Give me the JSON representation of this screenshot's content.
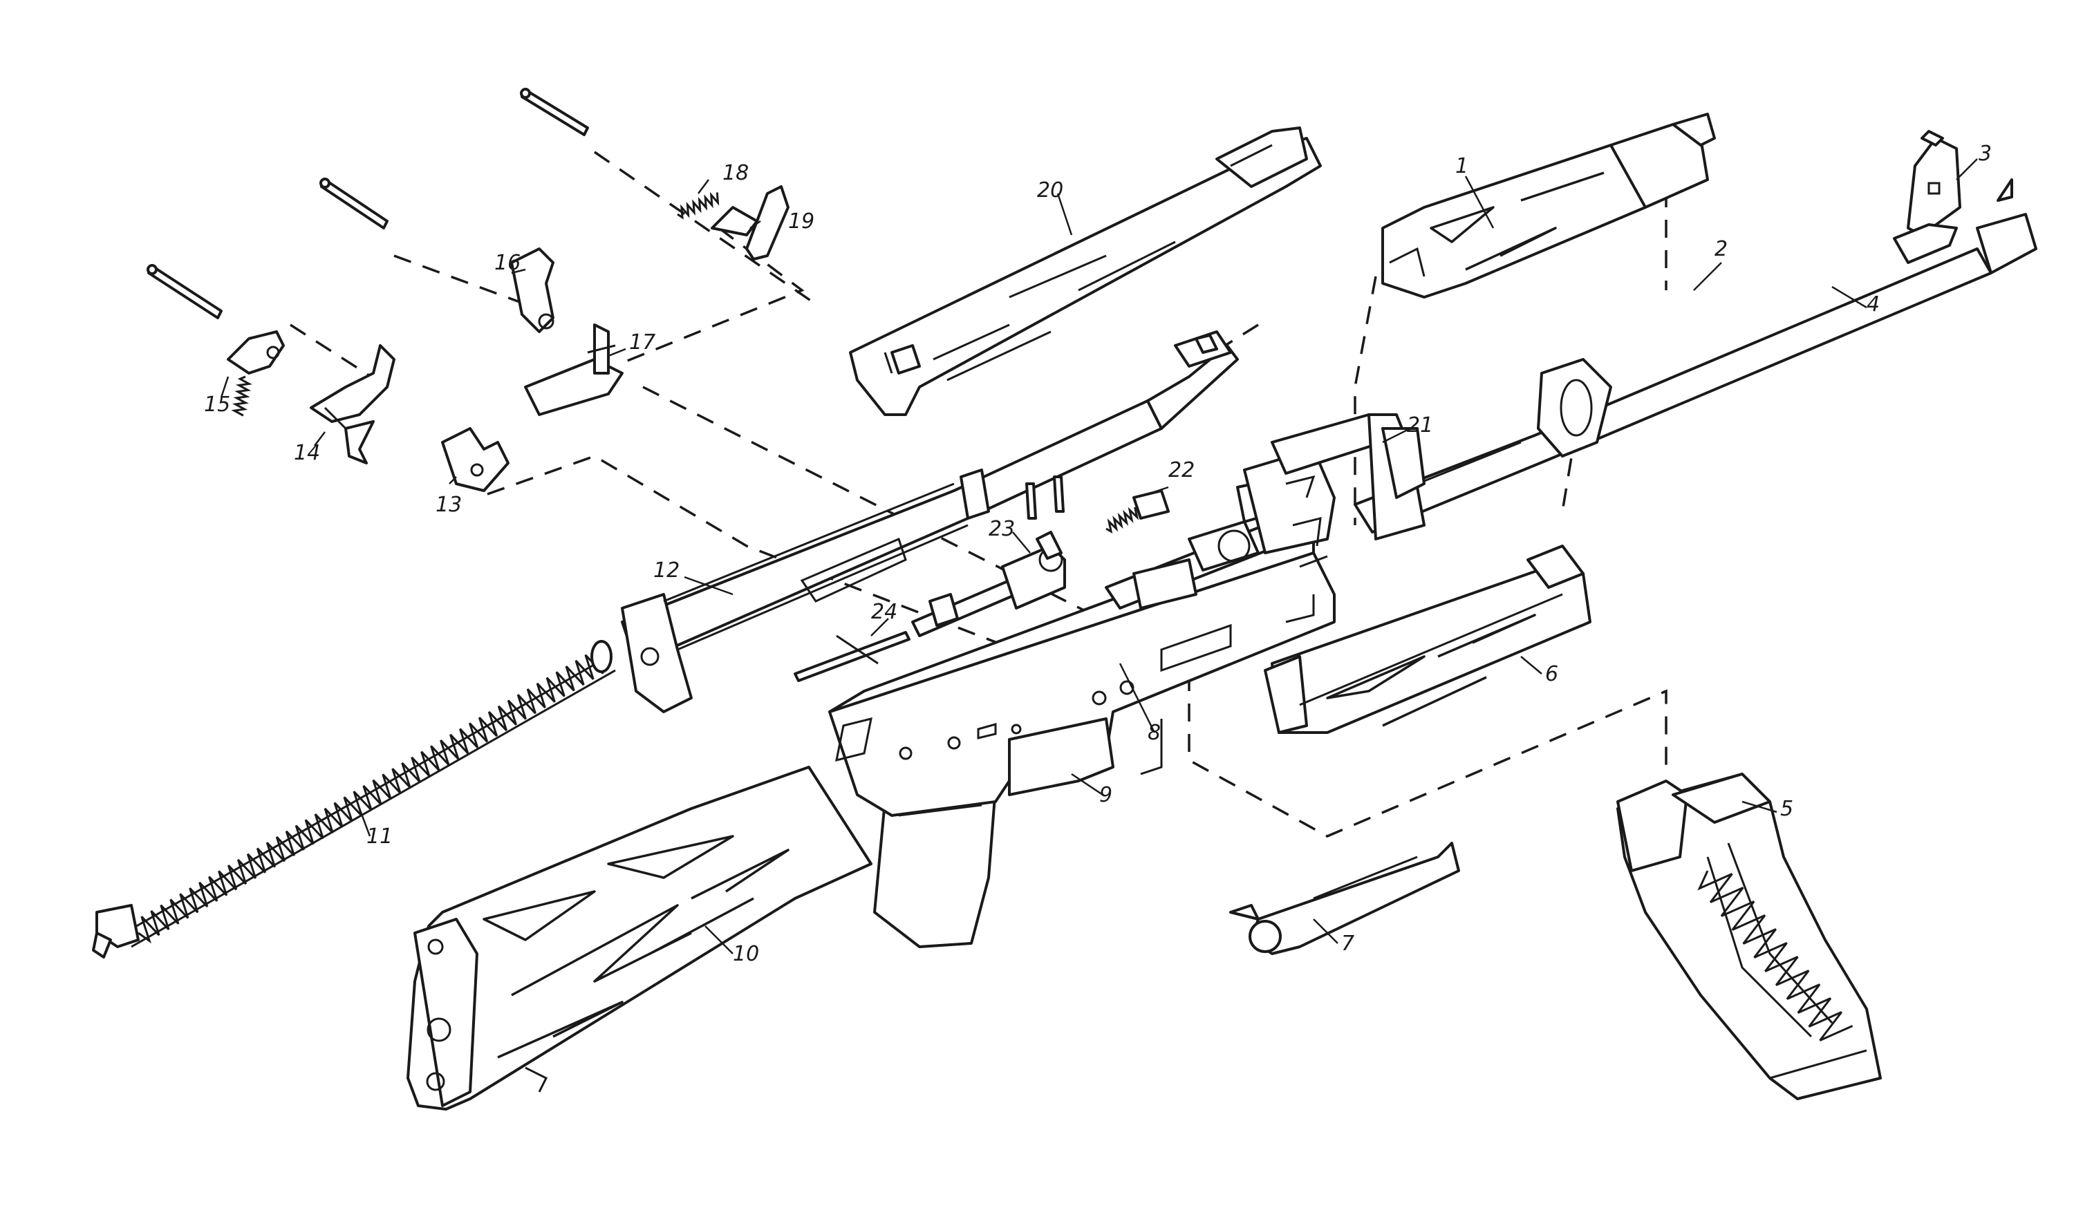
{
  "diagram": {
    "callouts": [
      {
        "id": "1",
        "text": "1"
      },
      {
        "id": "2",
        "text": "2"
      },
      {
        "id": "3",
        "text": "3"
      },
      {
        "id": "4",
        "text": "4"
      },
      {
        "id": "5",
        "text": "5"
      },
      {
        "id": "6",
        "text": "6"
      },
      {
        "id": "7",
        "text": "7"
      },
      {
        "id": "8",
        "text": "8"
      },
      {
        "id": "9",
        "text": "9"
      },
      {
        "id": "10",
        "text": "10"
      },
      {
        "id": "11",
        "text": "11"
      },
      {
        "id": "12",
        "text": "12"
      },
      {
        "id": "13",
        "text": "13"
      },
      {
        "id": "14",
        "text": "14"
      },
      {
        "id": "15",
        "text": "15"
      },
      {
        "id": "16",
        "text": "16"
      },
      {
        "id": "17",
        "text": "17"
      },
      {
        "id": "18",
        "text": "18"
      },
      {
        "id": "19",
        "text": "19"
      },
      {
        "id": "20",
        "text": "20"
      },
      {
        "id": "21",
        "text": "21"
      },
      {
        "id": "22",
        "text": "22"
      },
      {
        "id": "23",
        "text": "23"
      },
      {
        "id": "24",
        "text": "24"
      }
    ],
    "line_color": "#1a1a1a",
    "background": "#ffffff"
  }
}
